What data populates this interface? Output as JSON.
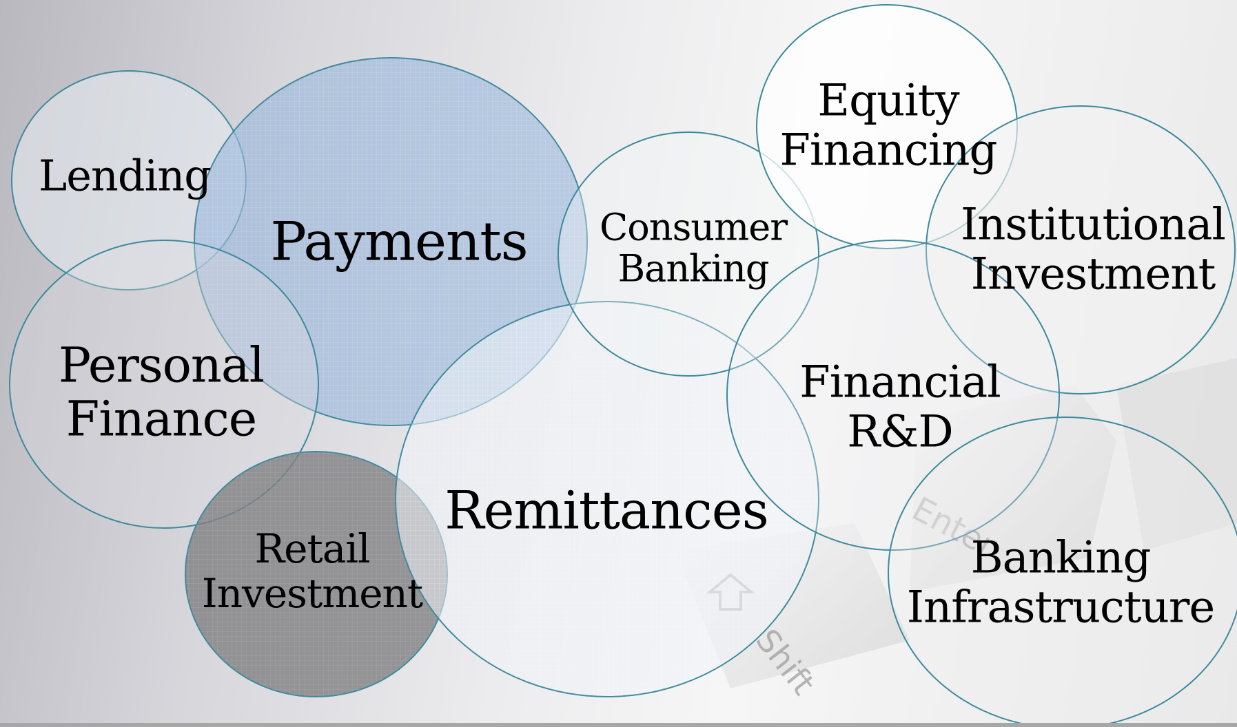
{
  "bubbles": {
    "lending": {
      "lines": [
        "Lending"
      ]
    },
    "payments": {
      "lines": [
        "Payments"
      ]
    },
    "personal_finance": {
      "lines": [
        "Personal",
        "Finance"
      ]
    },
    "retail_investment": {
      "lines": [
        "Retail",
        "Investment"
      ]
    },
    "remittances": {
      "lines": [
        "Remittances"
      ]
    },
    "consumer_banking": {
      "lines": [
        "Consumer",
        "Banking"
      ]
    },
    "equity_financing": {
      "lines": [
        "Equity",
        "Financing"
      ]
    },
    "institutional_investment": {
      "lines": [
        "Institutional",
        "Investment"
      ]
    },
    "financial_rnd": {
      "lines": [
        "Financial",
        "R&D"
      ]
    },
    "banking_infrastructure": {
      "lines": [
        "Banking",
        "Infrastructure"
      ]
    }
  },
  "background": {
    "key_enter": "Enter",
    "key_shift": "Shift"
  },
  "colors": {
    "outline": "#3d8a9c",
    "payments_fill": "#9ab6dc",
    "retail_fill": "#7d7d80",
    "light_fill": "#eef2f7"
  }
}
